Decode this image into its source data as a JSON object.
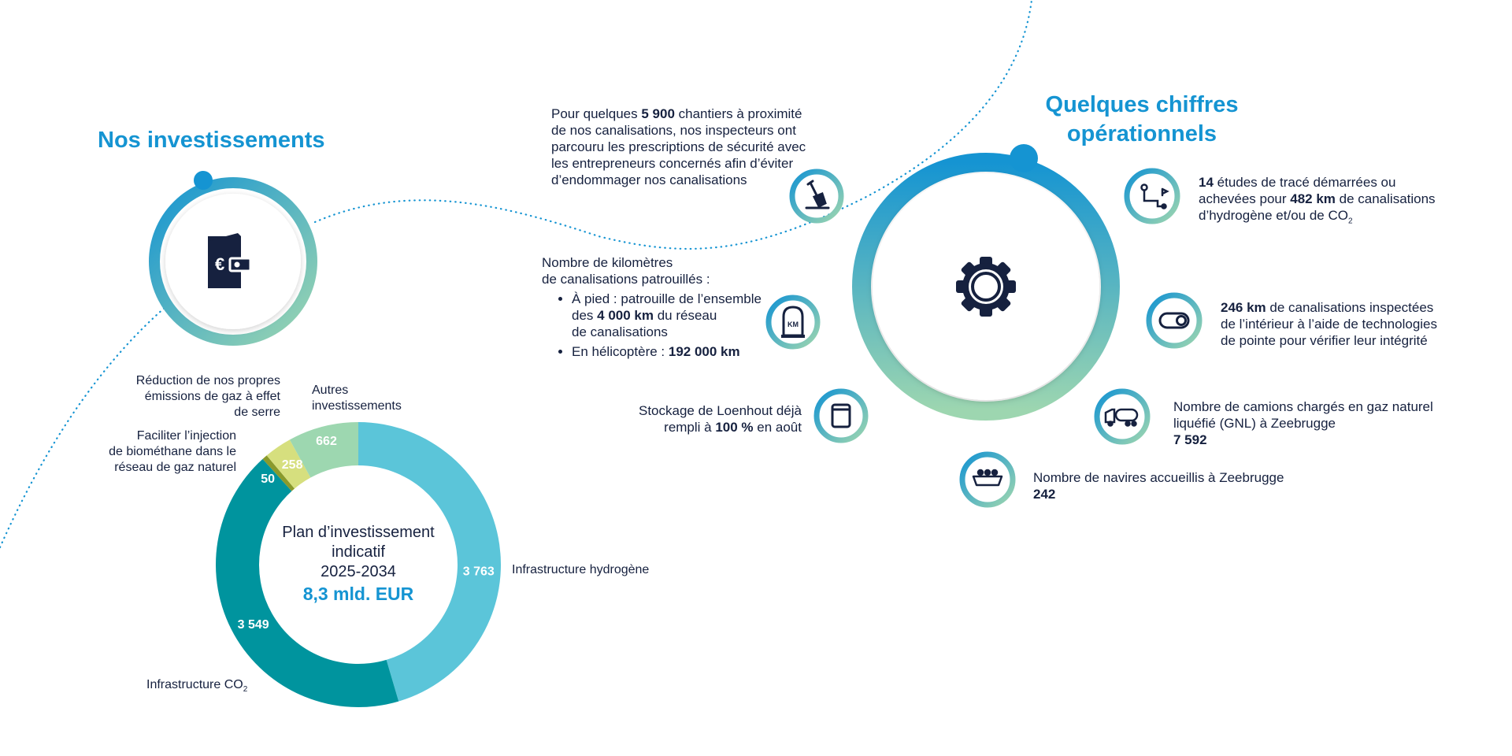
{
  "titles": {
    "investments": "Nos investissements",
    "operations_line1": "Quelques chiffres",
    "operations_line2": "opérationnels"
  },
  "icons": {
    "investments_hub": "wallet-euro-icon",
    "operations_hub": "gear-icon",
    "worksites": "shovel-icon",
    "patrol": "km-milestone-icon",
    "storage": "storage-tank-icon",
    "routes": "route-icon",
    "inspection": "pig-inspection-icon",
    "trucks": "lng-truck-icon",
    "ships": "ship-icon"
  },
  "colors": {
    "accent_blue": "#1594d2",
    "navy": "#16213f",
    "ring_green": "#9dd6b0",
    "hydrogen": "#5bc5d9",
    "co2": "#00949e",
    "biomethane": "#8a9a2c",
    "own_emissions": "#d6df7e",
    "other": "#9dd7b0"
  },
  "stats": {
    "worksites": {
      "pre": "Pour quelques ",
      "bold": "5 900",
      "line1_post": " chantiers à proximité",
      "line2": "de nos canalisations, nos inspecteurs ont",
      "line3": "parcouru les prescriptions de sécurité avec",
      "line4": "les entrepreneurs concernés afin d’éviter",
      "line5": "d’endommager nos canalisations"
    },
    "patrol": {
      "line1": "Nombre de kilomètres",
      "line2": "de canalisations patrouillés :",
      "foot_line1": "À pied : patrouille de l’ensemble",
      "foot_pre": "des ",
      "foot_bold": "4 000 km",
      "foot_post": " du réseau",
      "foot_line3": "de canalisations",
      "heli_pre": "En hélicoptère : ",
      "heli_bold": "192 000 km"
    },
    "storage": {
      "line1": "Stockage de Loenhout déjà",
      "pre": "rempli à ",
      "bold": "100 %",
      "post": " en août"
    },
    "routes": {
      "bold1": "14",
      "line1_post": " études de tracé démarrées ou",
      "line2_pre": "achevées pour ",
      "bold2": "482 km",
      "line2_post": " de canalisations",
      "line3": "d’hydrogène et/ou de CO",
      "sub": "2"
    },
    "inspection": {
      "bold": "246 km",
      "line1_post": " de canalisations inspectées",
      "line2": "de l’intérieur à l’aide de technologies",
      "line3": "de pointe pour vérifier leur intégrité"
    },
    "trucks": {
      "line1": "Nombre de camions chargés en gaz naturel",
      "line2": "liquéfié (GNL) à Zeebrugge",
      "value": "7 592"
    },
    "ships": {
      "line1": "Nombre de navires accueillis à Zeebrugge",
      "value": "242"
    }
  },
  "chart_data": {
    "type": "pie",
    "donut": true,
    "center_text": [
      "Plan d’investissement",
      "indicatif",
      "2025-2034"
    ],
    "total_label": "8,3 mld. EUR",
    "slices": [
      {
        "name": "Infrastructure hydrogène",
        "value": 3763,
        "value_label": "3 763",
        "color": "#5bc5d9"
      },
      {
        "name": "Infrastructure CO",
        "name_sub": "2",
        "value": 3549,
        "value_label": "3 549",
        "color": "#00949e"
      },
      {
        "name_lines": [
          "Faciliter l’injection",
          "de biométhane dans le",
          "réseau de gaz naturel"
        ],
        "value": 50,
        "value_label": "50",
        "color": "#8a9a2c"
      },
      {
        "name_lines": [
          "Réduction de nos propres",
          "émissions de gaz à effet",
          "de serre"
        ],
        "value": 258,
        "value_label": "258",
        "color": "#d6df7e"
      },
      {
        "name_lines": [
          "Autres",
          "investissements"
        ],
        "value": 662,
        "value_label": "662",
        "color": "#9dd7b0"
      }
    ]
  }
}
